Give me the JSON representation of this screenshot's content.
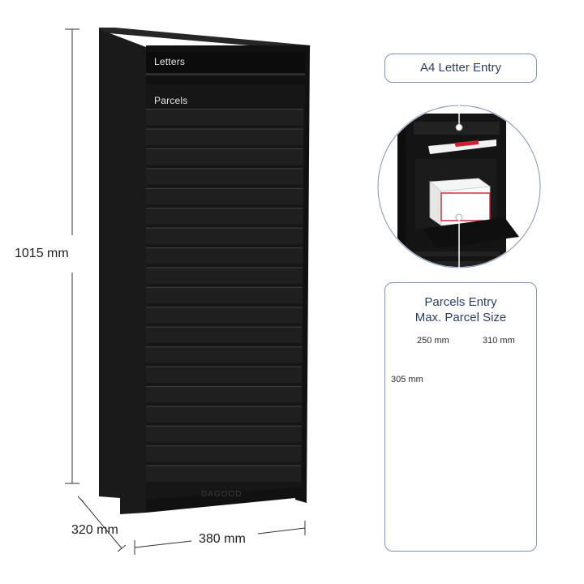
{
  "dimensions": {
    "height": "1015 mm",
    "depth": "320 mm",
    "width": "380 mm"
  },
  "cabinet": {
    "letters_label": "Letters",
    "parcels_label": "Parcels",
    "brand": "DAGOOD",
    "slat_count": 19,
    "body_color": "#141414",
    "slat_color": "#1f1f1f"
  },
  "callouts": {
    "letter_entry": "A4 Letter Entry",
    "parcel_entry_line1": "Parcels Entry",
    "parcel_entry_line2": "Max. Parcel Size"
  },
  "parcel_size": {
    "length": "250 mm",
    "width": "310 mm",
    "height": "305 mm"
  },
  "colors": {
    "callout_border": "#7f93b3",
    "callout_text": "#2b3e66",
    "box_tape": "#b06a45"
  }
}
